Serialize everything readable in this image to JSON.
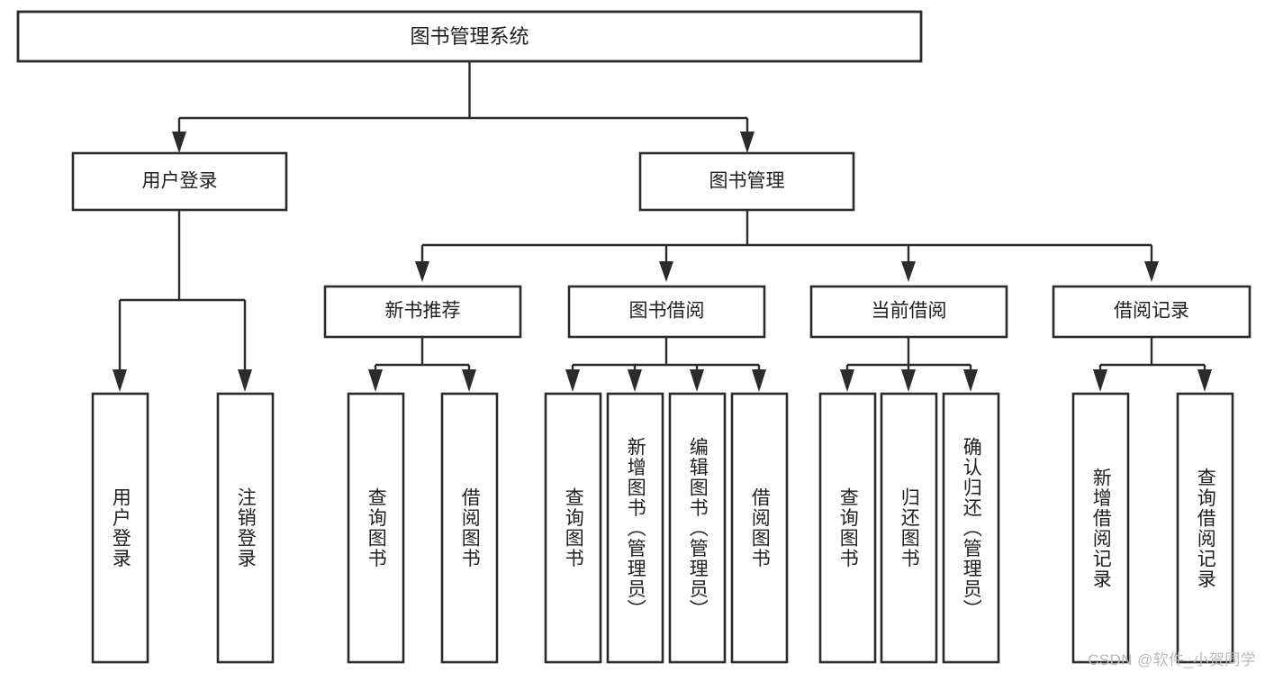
{
  "diagram": {
    "title": "图书管理系统",
    "type": "tree-hierarchy-chart",
    "orientation": "top-down",
    "watermark": "CSDN @软件_小贺同学",
    "colors": {
      "box_stroke": "#2b2b2b",
      "box_fill": "#ffffff",
      "connector": "#2b2b2b",
      "text": "#1f1f1f",
      "watermark": "#b9b9b9",
      "background": "#ffffff"
    },
    "levels": {
      "root": {
        "label": "图书管理系统"
      },
      "level2": [
        {
          "id": "user-login",
          "label": "用户登录"
        },
        {
          "id": "book-management",
          "label": "图书管理"
        }
      ],
      "level3": [
        {
          "id": "new-book-recommend",
          "label": "新书推荐",
          "parent": "book-management"
        },
        {
          "id": "book-borrow",
          "label": "图书借阅",
          "parent": "book-management"
        },
        {
          "id": "current-borrow",
          "label": "当前借阅",
          "parent": "book-management"
        },
        {
          "id": "borrow-record",
          "label": "借阅记录",
          "parent": "book-management"
        }
      ],
      "leaves": [
        {
          "id": "leaf-user-login",
          "label": "用户登录",
          "parent": "user-login"
        },
        {
          "id": "leaf-logout-login",
          "label": "注销登录",
          "parent": "user-login"
        },
        {
          "id": "leaf-query-book-1",
          "label": "查询图书",
          "parent": "new-book-recommend"
        },
        {
          "id": "leaf-borrow-book-1",
          "label": "借阅图书",
          "parent": "new-book-recommend"
        },
        {
          "id": "leaf-query-book-2",
          "label": "查询图书",
          "parent": "book-borrow"
        },
        {
          "id": "leaf-add-book",
          "label": "新增图书（管理员）",
          "parent": "book-borrow"
        },
        {
          "id": "leaf-edit-book",
          "label": "编辑图书（管理员）",
          "parent": "book-borrow"
        },
        {
          "id": "leaf-borrow-book-2",
          "label": "借阅图书",
          "parent": "book-borrow"
        },
        {
          "id": "leaf-query-book-3",
          "label": "查询图书",
          "parent": "current-borrow"
        },
        {
          "id": "leaf-return-book",
          "label": "归还图书",
          "parent": "current-borrow"
        },
        {
          "id": "leaf-confirm-return",
          "label": "确认归还（管理员）",
          "parent": "current-borrow"
        },
        {
          "id": "leaf-add-record",
          "label": "新增借阅记录",
          "parent": "borrow-record"
        },
        {
          "id": "leaf-query-record",
          "label": "查询借阅记录",
          "parent": "borrow-record"
        }
      ]
    }
  }
}
